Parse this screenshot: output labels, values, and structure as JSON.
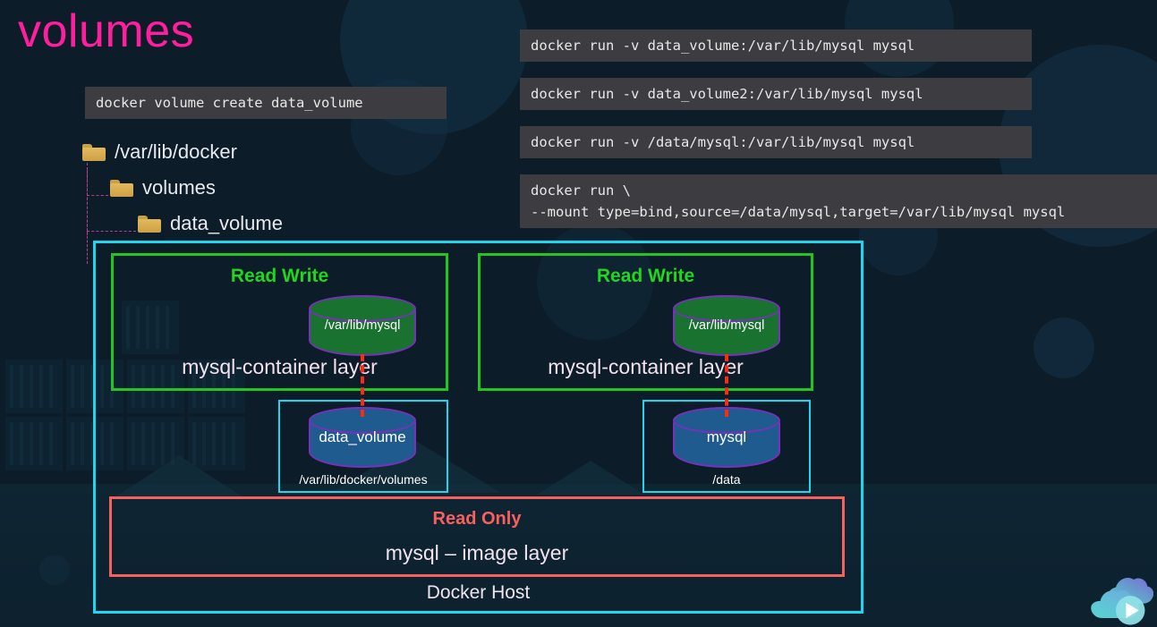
{
  "title": "volumes",
  "colors": {
    "background": "#0c1c28",
    "title_pink": "#ff1e9e",
    "cyan_border": "#1fd6ef",
    "green_border": "#22c522",
    "green_text": "#1fd71f",
    "red_border": "#f5615f",
    "red_text": "#f9605e",
    "connector_red": "#fb2b14",
    "cylinder_purple": "#7b2fbe",
    "cylinder_green_fill": "#1a7230",
    "cylinder_blue_fill": "#1f5b8e",
    "code_box_bg": "#3d3d41",
    "folder_gold": "#e3ba5a",
    "tree_line": "#b83f94"
  },
  "commands": {
    "volume_create": "docker volume create data_volume",
    "run_named_volume": "docker run -v data_volume:/var/lib/mysql mysql",
    "run_named_volume2": "docker run -v data_volume2:/var/lib/mysql mysql",
    "run_bind_mount": "docker run -v /data/mysql:/var/lib/mysql mysql",
    "run_mount_flag": "docker run \\\n--mount type=bind,source=/data/mysql,target=/var/lib/mysql mysql"
  },
  "folder_tree": {
    "root": "/var/lib/docker",
    "level2": "volumes",
    "level3": "data_volume"
  },
  "diagram": {
    "host_label": "Docker Host",
    "left": {
      "rw_title": "Read Write",
      "container_layer": "mysql-container layer",
      "container_cylinder": "/var/lib/mysql",
      "volume_cylinder": "data_volume",
      "volume_path": "/var/lib/docker/volumes"
    },
    "right": {
      "rw_title": "Read Write",
      "container_layer": "mysql-container layer",
      "container_cylinder": "/var/lib/mysql",
      "volume_cylinder": "mysql",
      "volume_path": "/data"
    },
    "read_only": {
      "title": "Read Only",
      "layer_label": "mysql – image layer"
    }
  }
}
